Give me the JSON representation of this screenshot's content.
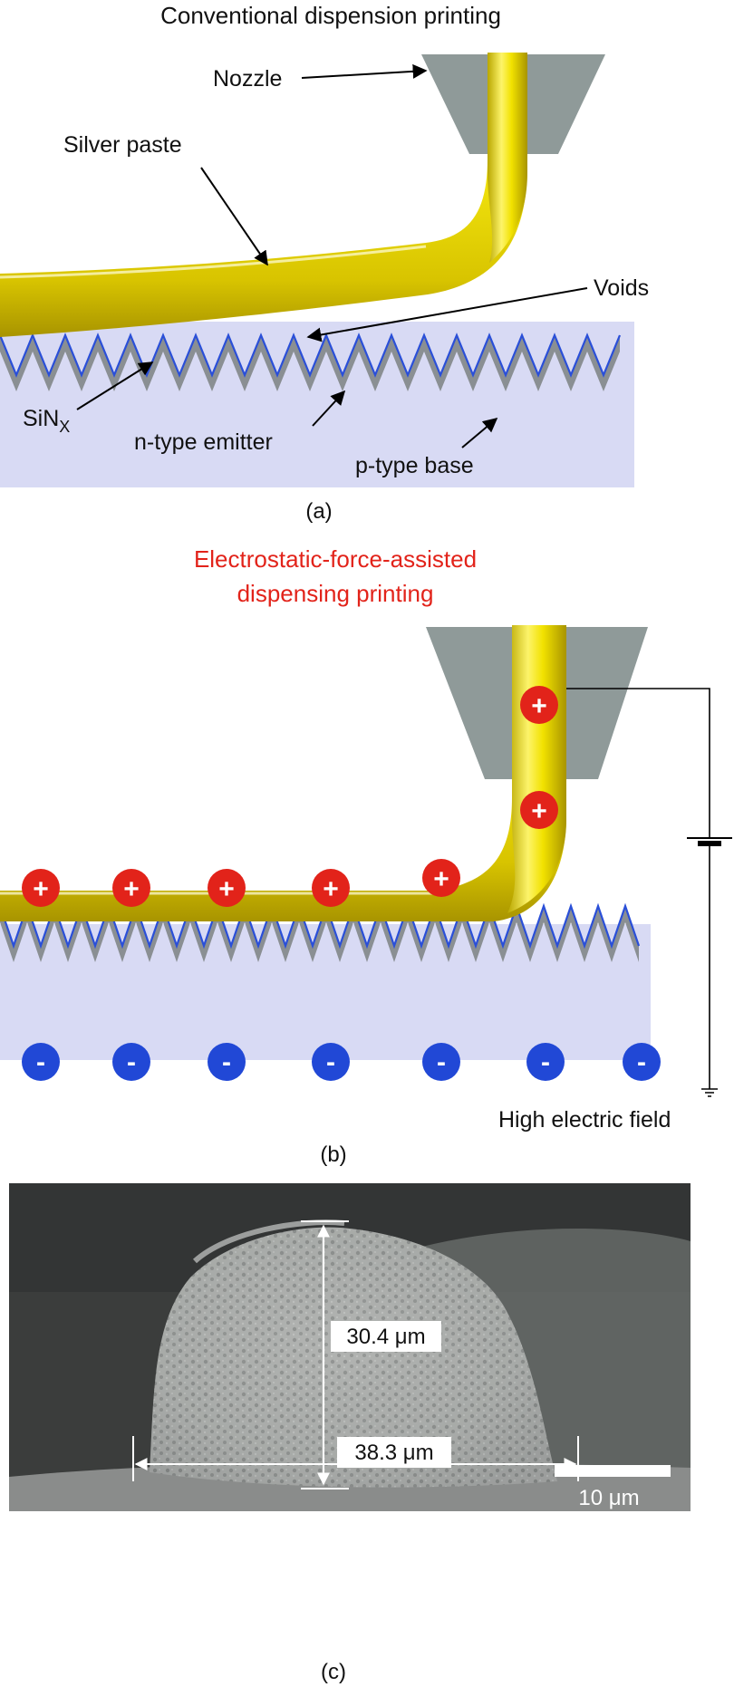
{
  "panel_a": {
    "title": "Conventional dispension printing",
    "labels": {
      "nozzle": "Nozzle",
      "silver_paste": "Silver paste",
      "voids": "Voids",
      "sinx_main": "SiN",
      "sinx_sub": "X",
      "n_type_emitter": "n-type emitter",
      "p_type_base": "p-type base"
    },
    "caption": "(a)"
  },
  "panel_b": {
    "title_line1": "Electrostatic-force-assisted",
    "title_line2": "dispensing printing",
    "plus_sign": "+",
    "minus_sign": "-",
    "field_label": "High electric field",
    "caption": "(b)"
  },
  "panel_c": {
    "height_measure": "30.4 μm",
    "width_measure": "38.3 μm",
    "scale_bar": "10 μm",
    "caption": "(c)"
  },
  "colors": {
    "paste_yellow": "#f2e200",
    "nozzle_gray": "#8f9a99",
    "substrate_lavender": "#d8daf4",
    "sin_blue": "#2a4fd8",
    "positive_red": "#e2231a",
    "negative_blue": "#2148d6",
    "title_red": "#e2231a"
  }
}
